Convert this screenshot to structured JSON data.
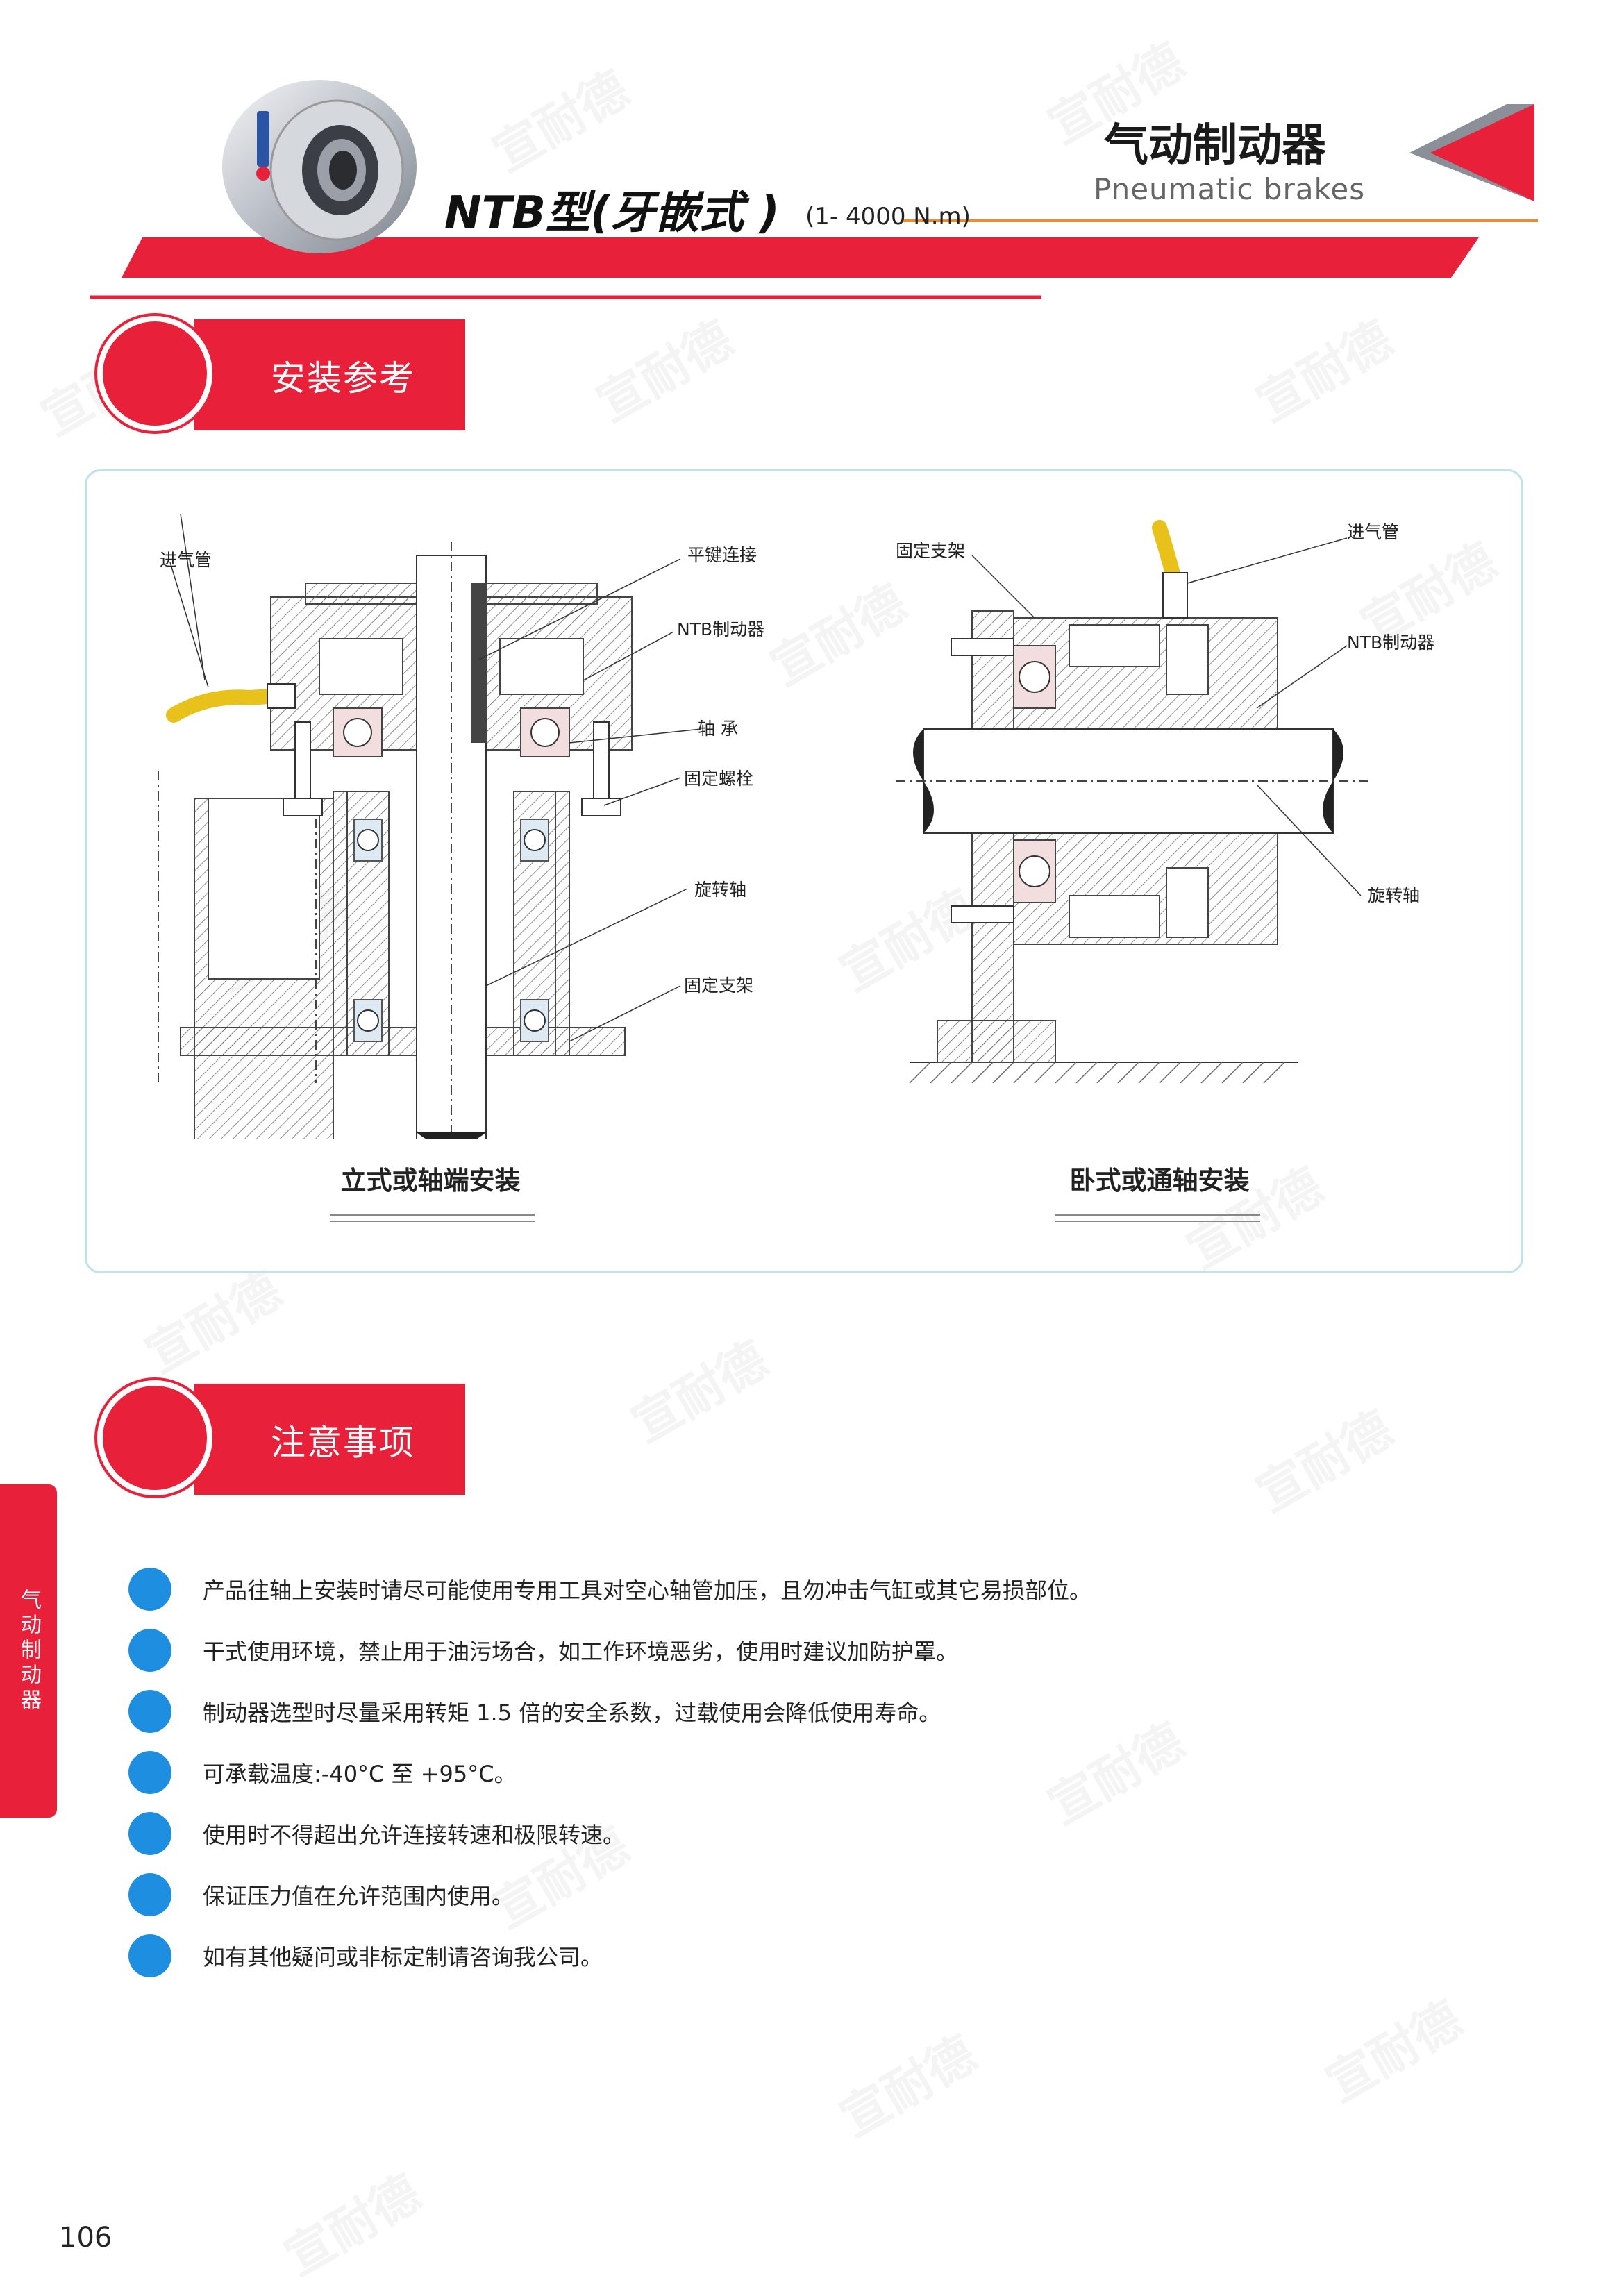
{
  "header": {
    "title_cn": "气动制动器",
    "title_en": "Pneumatic  brakes",
    "model": "NTB型(牙嵌式 )",
    "range": "(1- 4000 N.m)",
    "brand_colors": {
      "primary_red": "#e8203a",
      "gray": "#8a8f98"
    }
  },
  "section_install": {
    "label": "安装参考",
    "diagram_left": {
      "caption": "立式或轴端安装",
      "labels": {
        "air_inlet": "进气管",
        "flat_key": "平键连接",
        "brake": "NTB制动器",
        "bearing": "轴  承",
        "bolt": "固定螺栓",
        "shaft": "旋转轴",
        "support": "固定支架"
      }
    },
    "diagram_right": {
      "caption": "卧式或通轴安装",
      "labels": {
        "support": "固定支架",
        "air_inlet": "进气管",
        "brake": "NTB制动器",
        "shaft": "旋转轴"
      }
    }
  },
  "section_notes": {
    "label": "注意事项",
    "bullet_color": "#1e8ee0",
    "items": [
      "产品往轴上安装时请尽可能使用专用工具对空心轴管加压，且勿冲击气缸或其它易损部位。",
      "干式使用环境，禁止用于油污场合，如工作环境恶劣，使用时建议加防护罩。",
      "制动器选型时尽量采用转矩 1.5 倍的安全系数，过载使用会降低使用寿命。",
      "可承载温度:-40°C 至 +95°C。",
      "使用时不得超出允许连接转速和极限转速。",
      "保证压力值在允许范围内使用。",
      "如有其他疑问或非标定制请咨询我公司。"
    ]
  },
  "side_tab": "气动制动器",
  "page_number": "106"
}
